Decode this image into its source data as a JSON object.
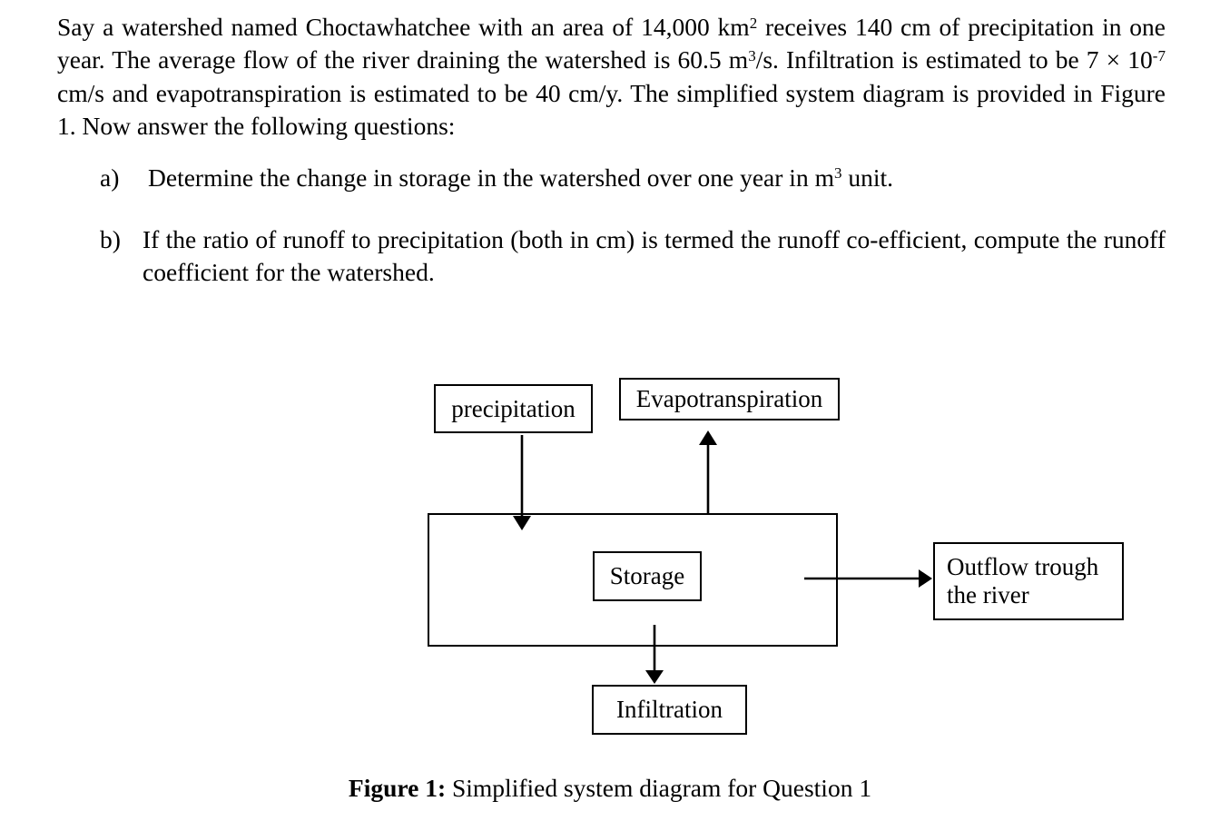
{
  "colors": {
    "ink": "#000000",
    "paper": "#ffffff"
  },
  "document": {
    "intro_segments": [
      {
        "t": "text",
        "v": "Say a watershed named Choctawhatchee with an area of 14,000 km"
      },
      {
        "t": "sup",
        "v": "2"
      },
      {
        "t": "text",
        "v": " receives 140 cm of precipitation in one year. The average flow of the river draining the watershed is 60.5 m"
      },
      {
        "t": "sup",
        "v": "3"
      },
      {
        "t": "text",
        "v": "/s. Infiltration is estimated to be 7 × 10"
      },
      {
        "t": "sup",
        "v": "-7"
      },
      {
        "t": "text",
        "v": " cm/s and evapotranspiration is estimated to be 40 cm/y. The simplified system diagram is provided in Figure 1. Now answer the following questions:"
      }
    ],
    "questions": [
      {
        "marker": "a)",
        "segments": [
          {
            "t": "text",
            "v": "Determine the change in storage in the watershed over one year in m"
          },
          {
            "t": "sup",
            "v": "3"
          },
          {
            "t": "text",
            "v": " unit."
          }
        ]
      },
      {
        "marker": "b)",
        "text": "If the ratio of runoff to precipitation (both in cm) is termed the runoff co-efficient, compute the runoff coefficient for the watershed."
      }
    ]
  },
  "diagram": {
    "boxes": {
      "precipitation": "precipitation",
      "evapotranspiration": "Evapotranspiration",
      "storage": "Storage",
      "outflow": "Outflow trough the river",
      "infiltration": "Infiltration"
    },
    "arrows": [
      "precipitation-into-system",
      "system-to-evapotranspiration",
      "system-to-outflow",
      "system-to-infiltration"
    ]
  },
  "figure": {
    "caption_label": "Figure 1:",
    "caption_text": " Simplified system diagram for Question 1"
  }
}
